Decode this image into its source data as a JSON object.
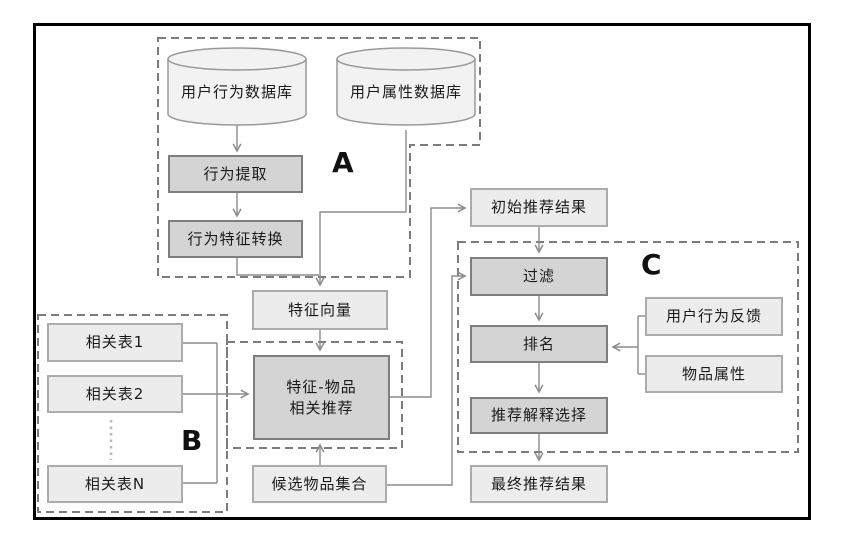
{
  "diagram": {
    "type": "flowchart",
    "group_labels": {
      "a": "A",
      "b": "B",
      "c": "C"
    },
    "nodes": {
      "user_behavior_db": "用户行为数据库",
      "user_attribute_db": "用户属性数据库",
      "behavior_extraction": "行为提取",
      "behavior_feature_conversion": "行为特征转换",
      "feature_vector": "特征向量",
      "related_table_1": "相关表1",
      "related_table_2": "相关表2",
      "related_table_n": "相关表N",
      "feature_item_rec_line1": "特征-物品",
      "feature_item_rec_line2": "相关推荐",
      "candidate_item_set": "候选物品集合",
      "initial_recommendation_result": "初始推荐结果",
      "filter": "过滤",
      "ranking": "排名",
      "recommendation_explanation_selection": "推荐解释选择",
      "final_recommendation_result": "最终推荐结果",
      "user_behavior_feedback": "用户行为反馈",
      "item_attribute": "物品属性"
    },
    "edges": [
      {
        "from": "user_behavior_db",
        "to": "behavior_extraction"
      },
      {
        "from": "behavior_extraction",
        "to": "behavior_feature_conversion"
      },
      {
        "from": "behavior_feature_conversion",
        "to": "feature_vector"
      },
      {
        "from": "user_attribute_db",
        "to": "feature_vector"
      },
      {
        "from": "feature_vector",
        "to": "feature_item_recommendation"
      },
      {
        "from": "related_table_1",
        "to": "feature_item_recommendation"
      },
      {
        "from": "related_table_2",
        "to": "feature_item_recommendation"
      },
      {
        "from": "related_table_n",
        "to": "feature_item_recommendation"
      },
      {
        "from": "candidate_item_set",
        "to": "feature_item_recommendation"
      },
      {
        "from": "feature_item_recommendation",
        "to": "initial_recommendation_result"
      },
      {
        "from": "candidate_item_set",
        "to": "filter"
      },
      {
        "from": "initial_recommendation_result",
        "to": "filter"
      },
      {
        "from": "filter",
        "to": "ranking"
      },
      {
        "from": "user_behavior_feedback",
        "to": "ranking"
      },
      {
        "from": "item_attribute",
        "to": "ranking"
      },
      {
        "from": "ranking",
        "to": "recommendation_explanation_selection"
      },
      {
        "from": "recommendation_explanation_selection",
        "to": "final_recommendation_result"
      }
    ],
    "colors": {
      "background": "#ffffff",
      "frame_border": "#000000",
      "dark_node_fill": "#d4d4d4",
      "dark_node_border": "#7e7e7e",
      "light_node_fill": "#ececec",
      "light_node_border": "#acacac",
      "cylinder_fill": "#f2f2f2",
      "cylinder_border": "#999999",
      "connector": "#8c8c8c",
      "dashed_group_border": "#7c7c7c"
    }
  }
}
